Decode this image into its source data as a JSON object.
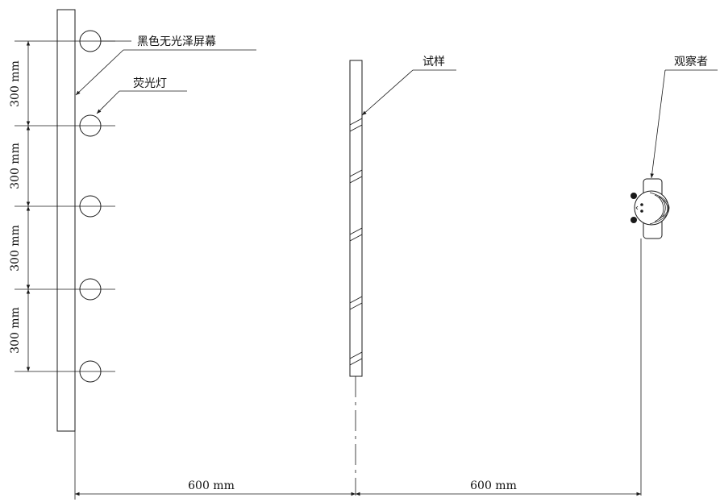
{
  "labels": {
    "screen": "黑色无光泽屏幕",
    "lamp": "荧光灯",
    "sample": "试样",
    "observer": "观察者"
  },
  "dimensions": {
    "lamp_spacing": [
      "300 mm",
      "300 mm",
      "300 mm",
      "300 mm"
    ],
    "screen_to_sample": "600 mm",
    "sample_to_observer": "600 mm"
  }
}
